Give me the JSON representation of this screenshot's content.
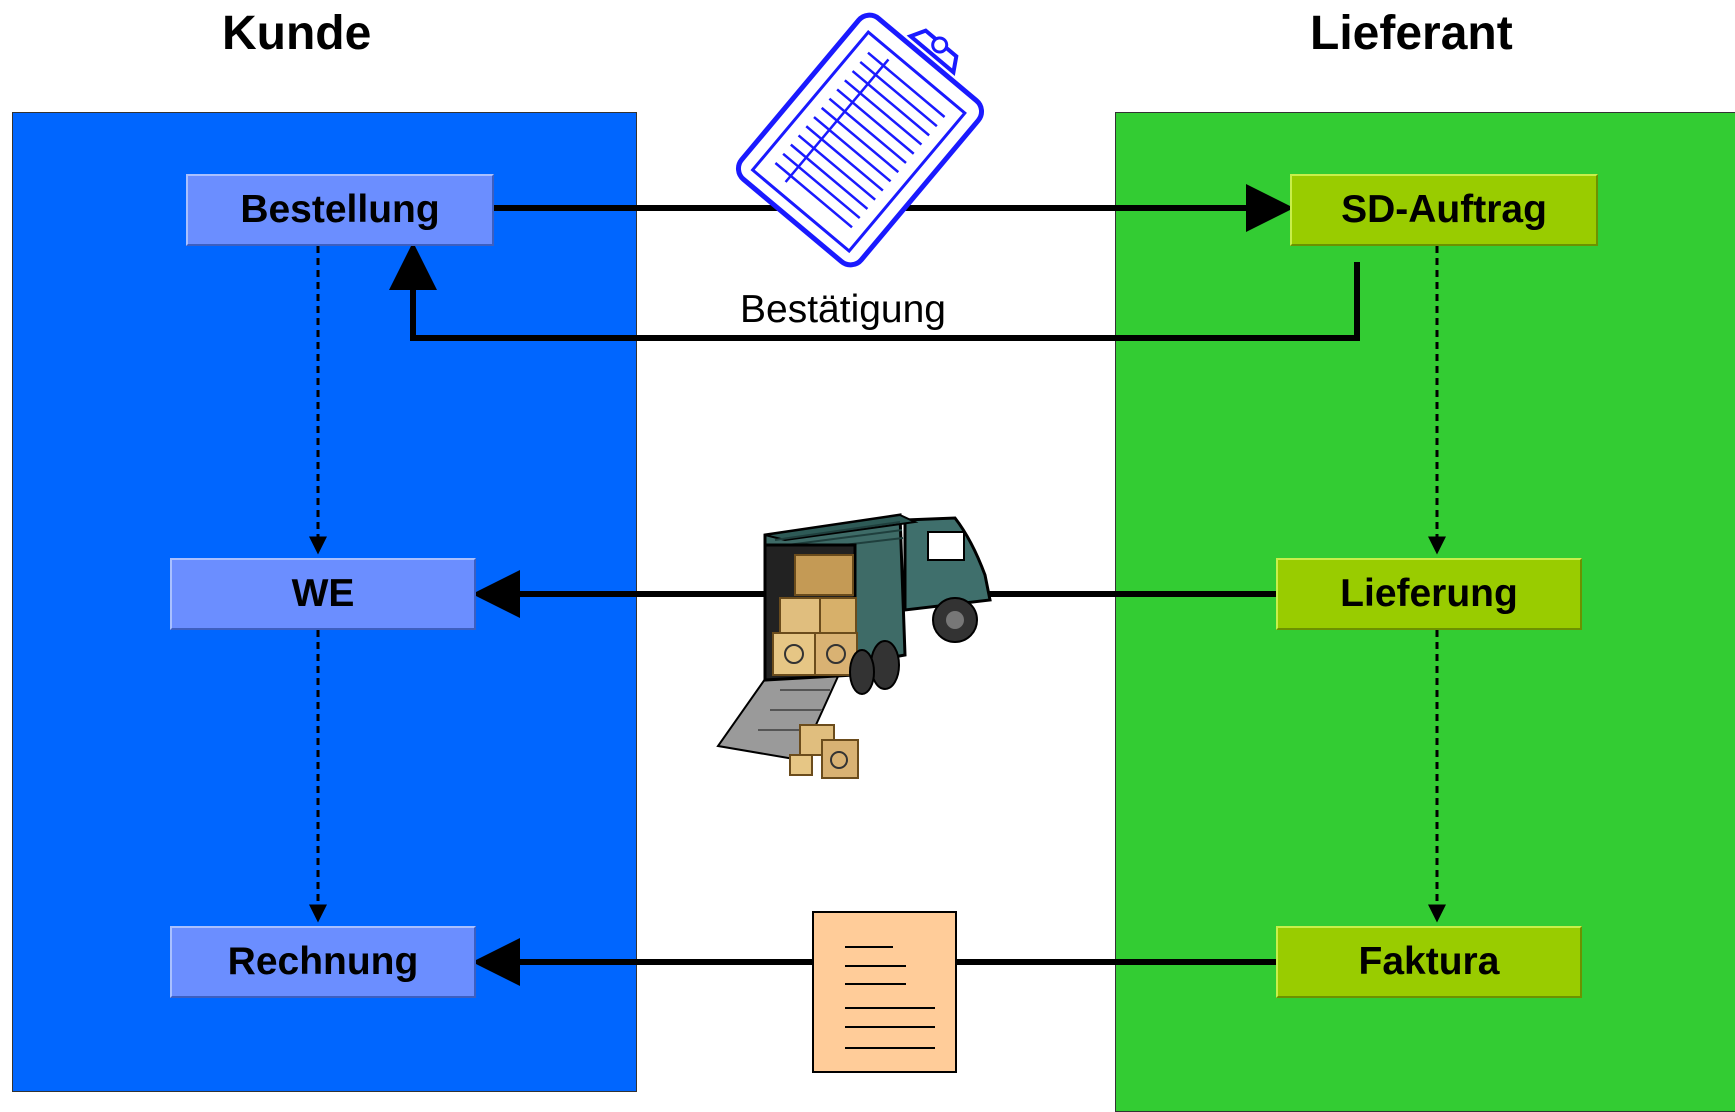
{
  "headings": {
    "customer": "Kunde",
    "supplier": "Lieferant"
  },
  "customer_steps": {
    "order": "Bestellung",
    "goods_receipt": "WE",
    "invoice": "Rechnung"
  },
  "supplier_steps": {
    "sales_order": "SD-Auftrag",
    "delivery": "Lieferung",
    "billing": "Faktura"
  },
  "flow_labels": {
    "confirmation": "Bestätigung"
  },
  "icons": [
    "clipboard-icon",
    "delivery-truck-icon",
    "invoice-document-icon"
  ],
  "colors": {
    "customer_panel": "#0066ff",
    "supplier_panel": "#33cc33",
    "customer_box": "#6b8eff",
    "supplier_box": "#99cc00"
  }
}
